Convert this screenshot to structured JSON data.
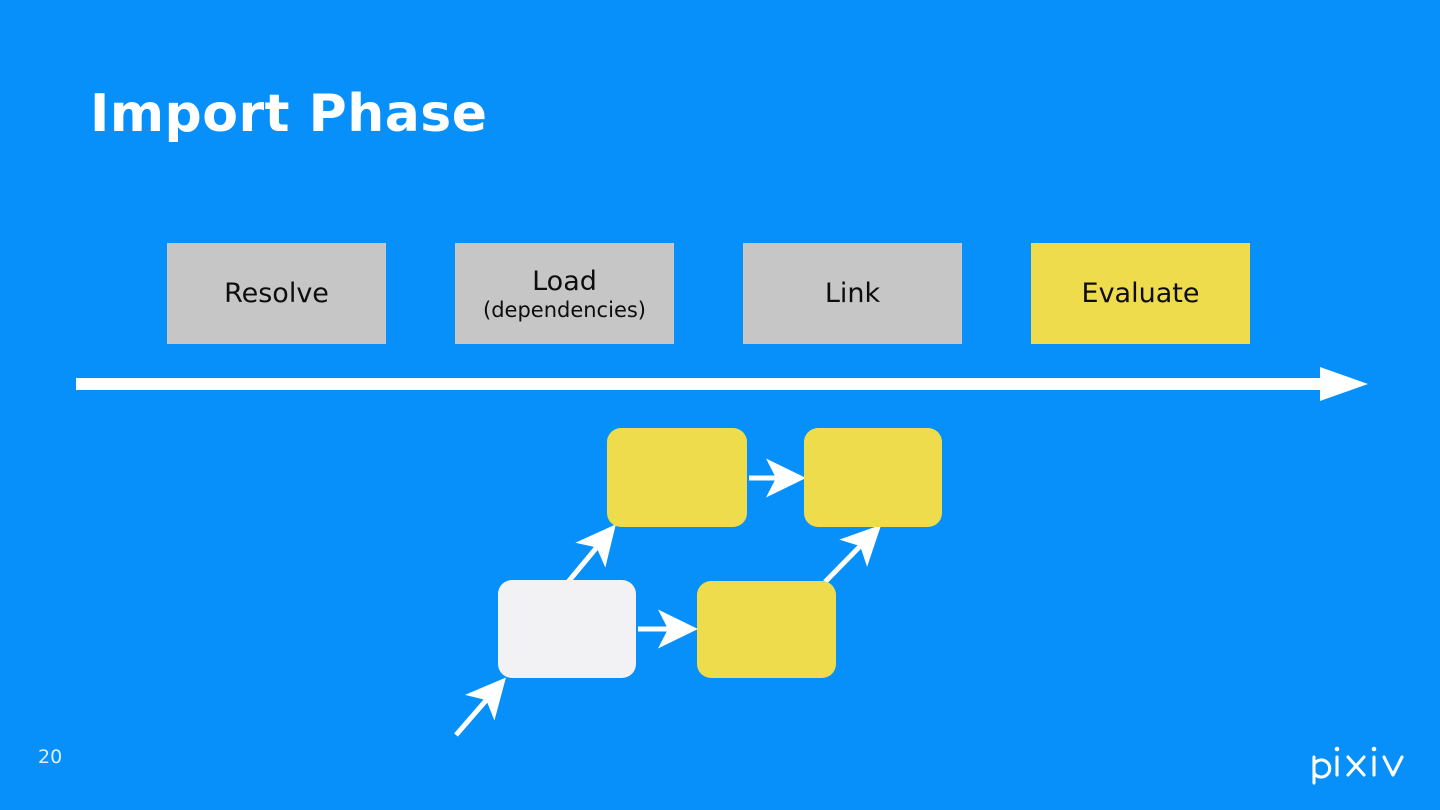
{
  "slide": {
    "title": "Import Phase",
    "page_number": "20",
    "background_color": "#0790fa",
    "logo": "pixiv"
  },
  "phases": [
    {
      "label": "Resolve",
      "sub": "",
      "state": "inactive",
      "color": "#c6c6c6"
    },
    {
      "label": "Load",
      "sub": "(dependencies)",
      "state": "inactive",
      "color": "#c6c6c6"
    },
    {
      "label": "Link",
      "sub": "",
      "state": "inactive",
      "color": "#c6c6c6"
    },
    {
      "label": "Evaluate",
      "sub": "",
      "state": "active",
      "color": "#eedc4c"
    }
  ],
  "timeline": {
    "direction": "left-to-right",
    "color": "#ffffff"
  },
  "module_graph": {
    "nodes": [
      {
        "id": "entry",
        "label": "",
        "fill": "#f2f2f4",
        "role": "entry-module"
      },
      {
        "id": "dep-a",
        "label": "",
        "fill": "#eedc4c",
        "role": "dependency-module"
      },
      {
        "id": "dep-b",
        "label": "",
        "fill": "#eedc4c",
        "role": "dependency-module"
      },
      {
        "id": "dep-c",
        "label": "",
        "fill": "#eedc4c",
        "role": "dependency-module"
      }
    ],
    "edges": [
      {
        "from": "external",
        "to": "entry"
      },
      {
        "from": "entry",
        "to": "dep-a"
      },
      {
        "from": "entry",
        "to": "dep-c"
      },
      {
        "from": "dep-a",
        "to": "dep-b"
      },
      {
        "from": "dep-c",
        "to": "dep-b"
      }
    ],
    "edge_color": "#ffffff"
  }
}
